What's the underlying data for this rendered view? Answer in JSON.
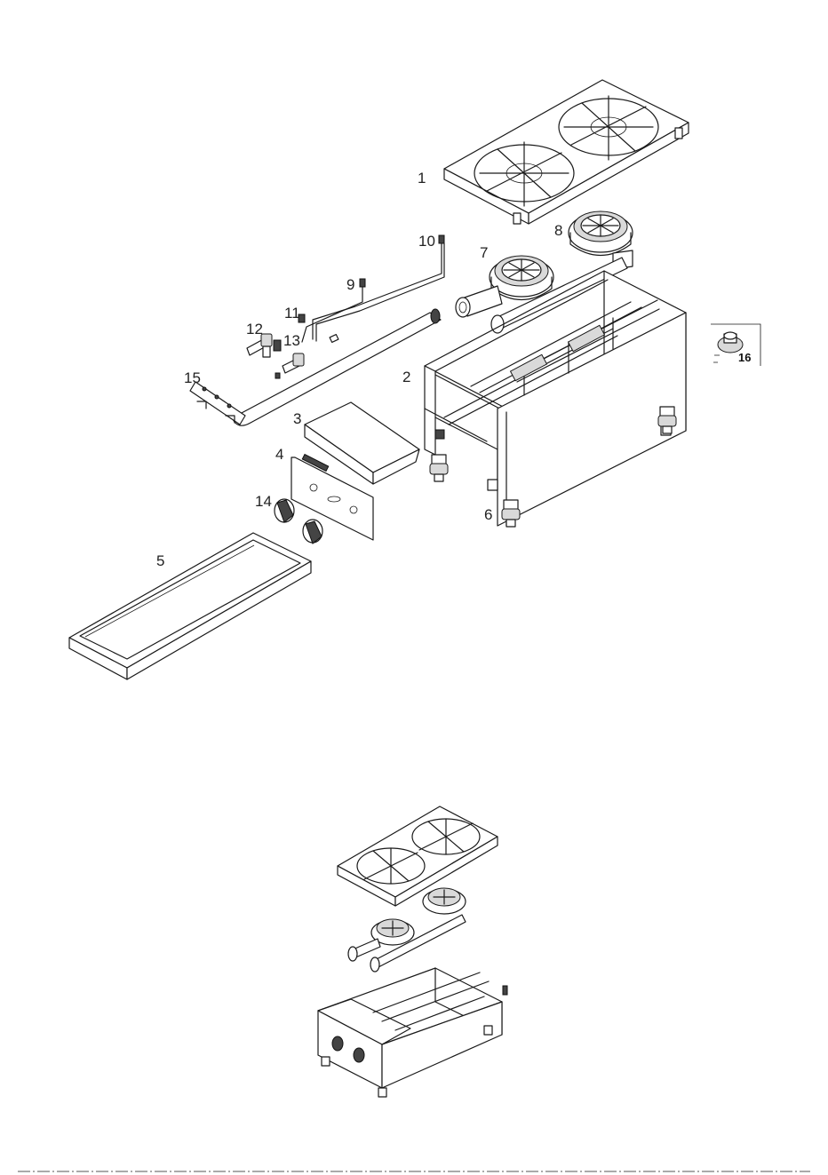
{
  "diagram": {
    "callouts": [
      {
        "id": "1",
        "text": "1"
      },
      {
        "id": "2",
        "text": "2"
      },
      {
        "id": "3",
        "text": "3"
      },
      {
        "id": "4",
        "text": "4"
      },
      {
        "id": "5",
        "text": "5"
      },
      {
        "id": "6",
        "text": "6"
      },
      {
        "id": "7",
        "text": "7"
      },
      {
        "id": "8",
        "text": "8"
      },
      {
        "id": "9",
        "text": "9"
      },
      {
        "id": "10",
        "text": "10"
      },
      {
        "id": "11",
        "text": "11"
      },
      {
        "id": "12",
        "text": "12"
      },
      {
        "id": "13",
        "text": "13"
      },
      {
        "id": "14",
        "text": "14"
      },
      {
        "id": "15",
        "text": "15"
      },
      {
        "id": "16",
        "text": "16"
      }
    ],
    "colors": {
      "line": "#1a1a1a",
      "shade": "#d9d9d9",
      "background": "#ffffff"
    }
  }
}
